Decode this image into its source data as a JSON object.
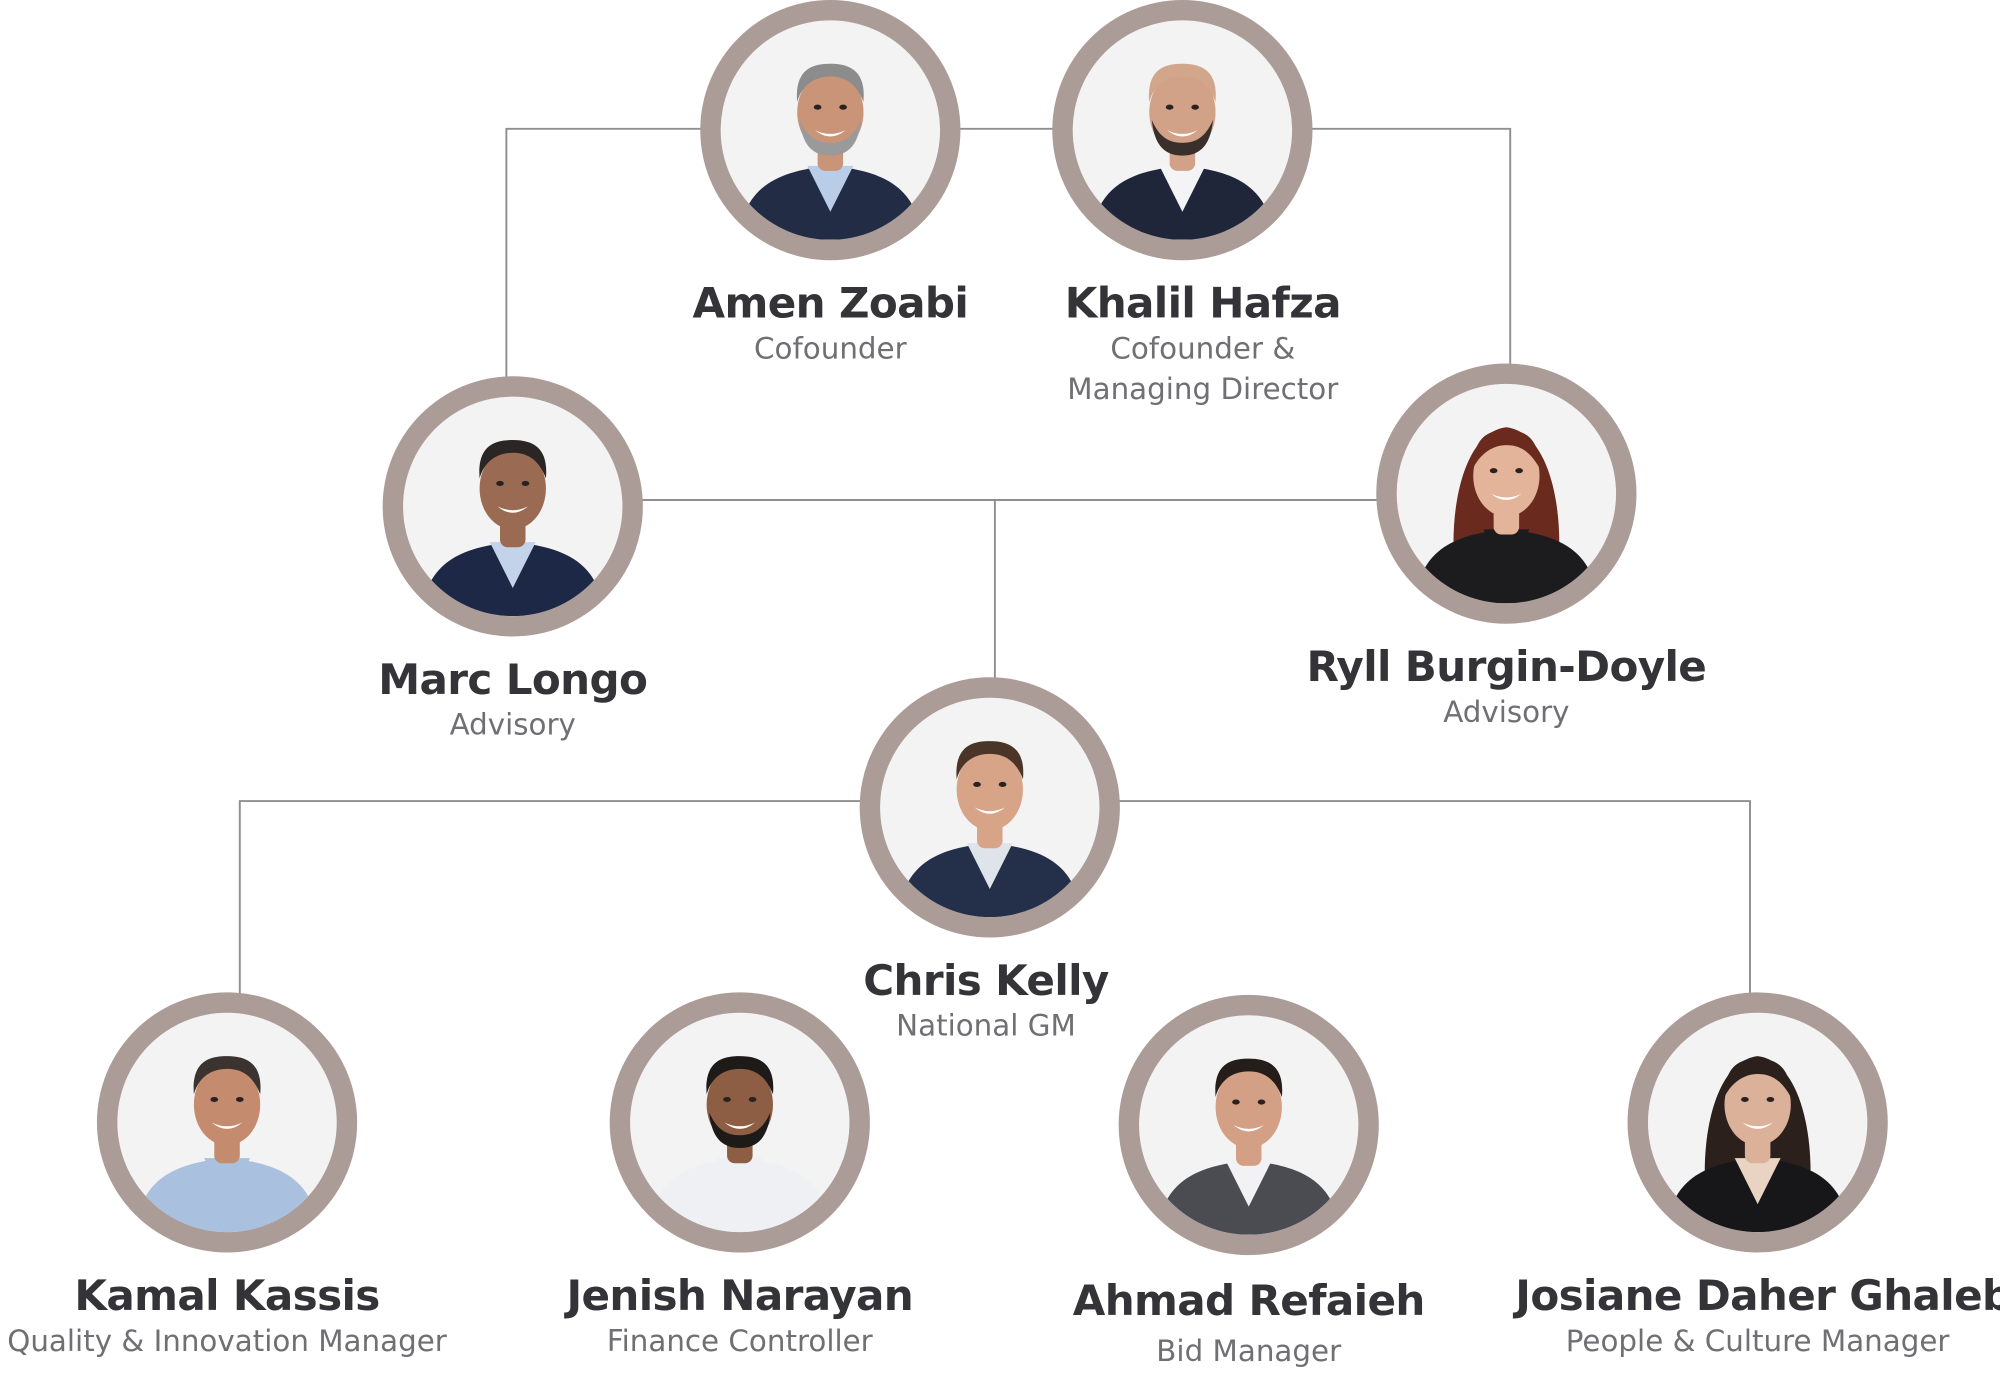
{
  "colors": {
    "ring": "#ab9c97",
    "connector": "#8f8f8f",
    "name_text": "#343438",
    "role_text": "#6f6f74",
    "photo_background": "#f3f3f4"
  },
  "people": [
    {
      "id": "amen-zoabi",
      "name": "Amen Zoabi",
      "role_lines": [
        "Cofounder"
      ],
      "jacket": "#232c45",
      "shirt": "#b9cde8",
      "hair": "#8c8c8c",
      "beard": "#9a9a9a",
      "skin": "#c99478"
    },
    {
      "id": "khalil-hafza",
      "name": "Khalil Hafza",
      "role_lines": [
        "Cofounder &",
        "Managing Director"
      ],
      "jacket": "#1f2639",
      "shirt": "#f4f4f6",
      "hair": "#d2a68a",
      "beard": "#3a2f2a",
      "skin": "#d2a288"
    },
    {
      "id": "marc-longo",
      "name": "Marc Longo",
      "role_lines": [
        "Advisory"
      ],
      "jacket": "#1d2746",
      "shirt": "#c3d3ea",
      "hair": "#2b2523",
      "beard": "",
      "skin": "#9a6a52"
    },
    {
      "id": "ryll-burgin-doyle",
      "name": "Ryll Burgin-Doyle",
      "role_lines": [
        "Advisory"
      ],
      "jacket": "#1c1c1f",
      "shirt": "#1c1c1f",
      "hair": "#6a2a1e",
      "beard": "",
      "skin": "#e3b39a"
    },
    {
      "id": "chris-kelly",
      "name": "Chris Kelly",
      "role_lines": [
        "National GM"
      ],
      "jacket": "#24304a",
      "shirt": "#dfe3ea",
      "hair": "#4a3528",
      "beard": "",
      "skin": "#d8a487"
    },
    {
      "id": "kamal-kassis",
      "name": "Kamal Kassis",
      "role_lines": [
        "Quality & Innovation Manager"
      ],
      "jacket": "#a9c0de",
      "shirt": "#a9c0de",
      "hair": "#3a3330",
      "beard": "",
      "skin": "#c48b6e"
    },
    {
      "id": "jenish-narayan",
      "name": "Jenish Narayan",
      "role_lines": [
        "Finance Controller"
      ],
      "jacket": "#eef0f3",
      "shirt": "#eef0f3",
      "hair": "#1e1a18",
      "beard": "#1e1a18",
      "skin": "#8e5e44"
    },
    {
      "id": "ahmad-refaieh",
      "name": "Ahmad Refaieh",
      "role_lines": [
        "Bid Manager"
      ],
      "jacket": "#4a4c52",
      "shirt": "#f2f2f4",
      "hair": "#241d1a",
      "beard": "",
      "skin": "#d3a086"
    },
    {
      "id": "josiane-daher-ghaleb",
      "name": "Josiane Daher Ghaleb",
      "role_lines": [
        "People & Culture Manager"
      ],
      "jacket": "#17171a",
      "shirt": "#e9d4c4",
      "hair": "#2b201b",
      "beard": "",
      "skin": "#dcb199"
    }
  ]
}
